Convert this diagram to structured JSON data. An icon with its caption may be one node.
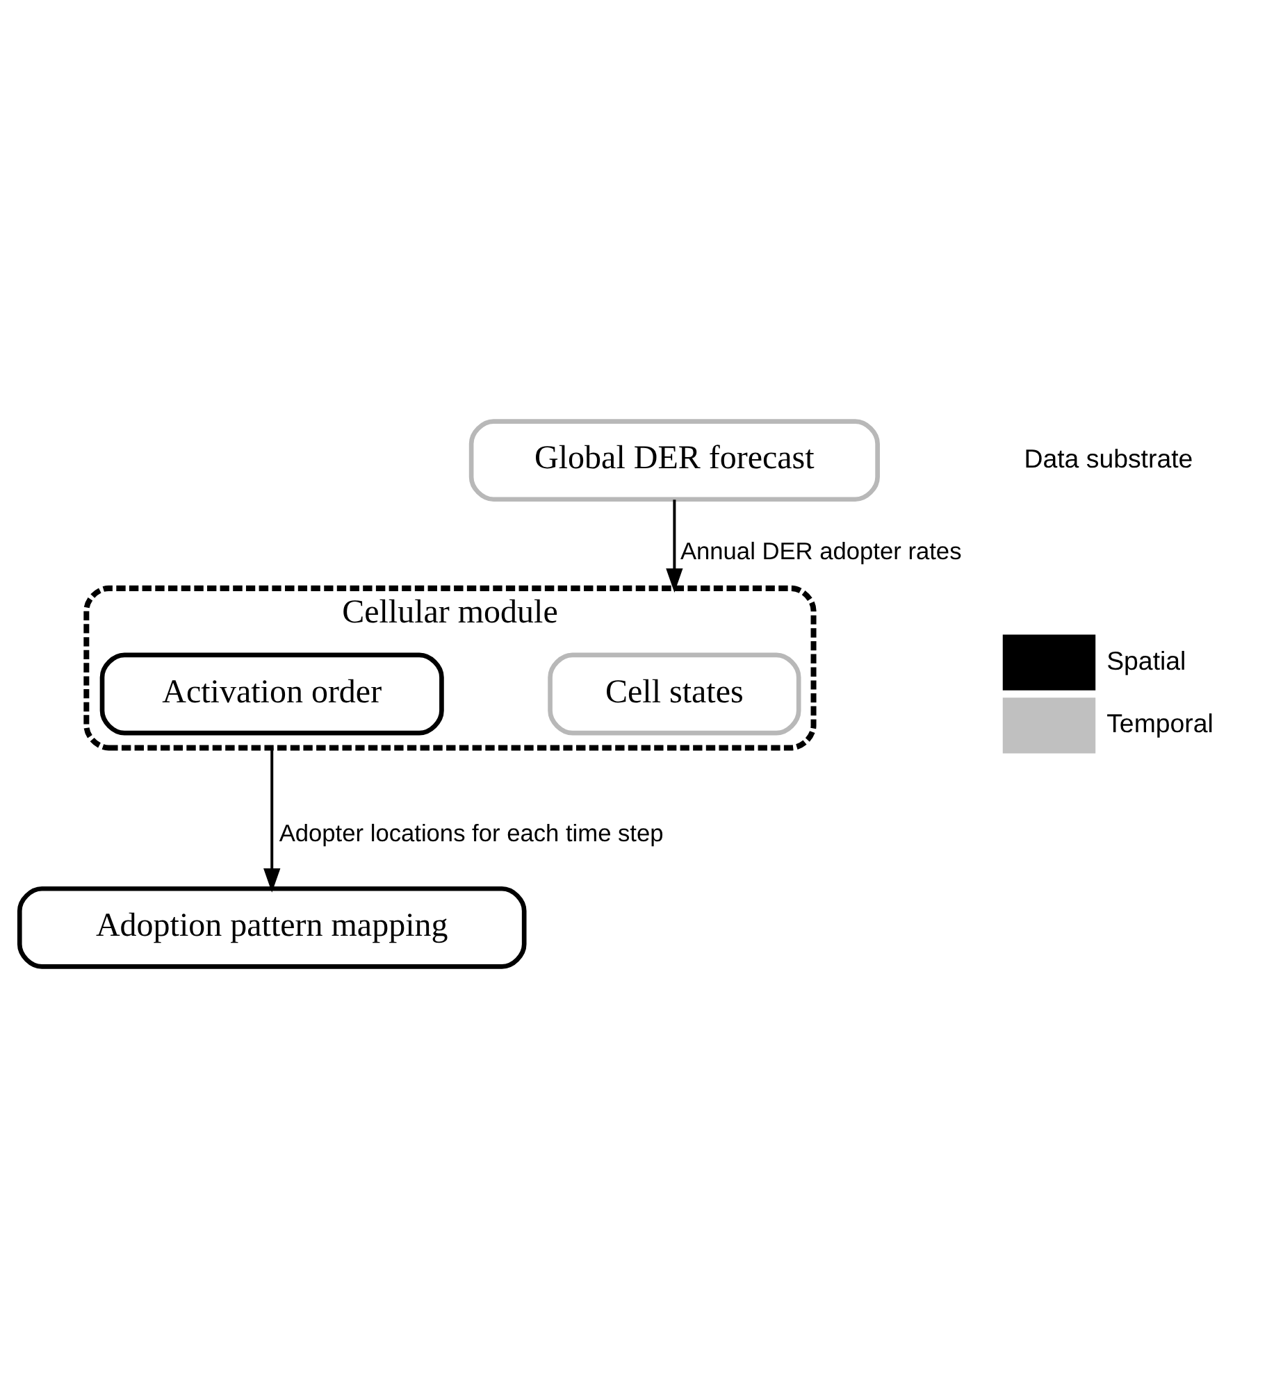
{
  "diagram": {
    "nodes": [
      {
        "text": [
          "Global DER forecast"
        ]
      },
      {
        "text": [
          "Cellular module"
        ]
      },
      {
        "text": [
          "Cell states"
        ],
        "in": 1
      },
      {
        "text": [
          "Activation order"
        ],
        "in": 1
      },
      {
        "text": [
          "Adoption pattern mapping"
        ]
      }
    ],
    "edges": [
      {
        "from": 0,
        "to": 1,
        "arrow": "to",
        "label": "Annual DER adopter rates"
      },
      {
        "from": 1,
        "to": 4,
        "arrow": "to",
        "label": "Adopter locations for each time step"
      }
    ],
    "labels": [
      "Data substrate"
    ],
    "legend": [
      {
        "text": "Spatial",
        "color": "#000000"
      },
      {
        "text": "Temporal",
        "color": "#c0c0c0"
      }
    ]
  }
}
